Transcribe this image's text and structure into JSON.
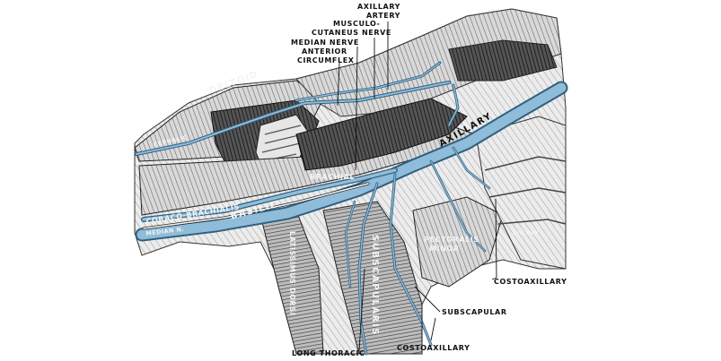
{
  "labels": {
    "axillary_artery_1": "AXILLARY",
    "axillary_artery_2": "ARTERY",
    "musculo_cutaneus_1": "MUSCULO-",
    "musculo_cutaneus_2": "CUTANEUS NERVE",
    "median_nerve": "MEDIAN NERVE",
    "anterior": "ANTERIOR",
    "circumflex": "CIRCUMFLEX",
    "deltoid": "DELTOID",
    "cephalic": "CEPHALIC",
    "axillary_vein": "AXILLARY",
    "brachial": "BRACHIAL",
    "coraco_brachialis": "CORACO-BRACHIALIS",
    "median_n": "MEDIAN N.",
    "basilic": "BASILIC",
    "latissimus_dorsi": "LATISSIMUS DORSI",
    "subscapularis": "SUBSCAPULARIS",
    "pectoralis_1": "PECTORALIS",
    "pectoralis_2": "MINOR",
    "rib": "3rd RIB",
    "costoaxillary_right": "COSTOAXILLARY",
    "subscapular": "SUBSCAPULAR",
    "long_thoracic": "LONG THORACIC",
    "costoaxillary_bottom": "COSTOAXILLARY"
  },
  "colors": {
    "vein": "#8fbcd8",
    "vein_edge": "#2f5f80",
    "muscle_dark": "#2a2a2a",
    "muscle_mid": "#8a8a8a",
    "muscle_light": "#d8d8d8"
  }
}
